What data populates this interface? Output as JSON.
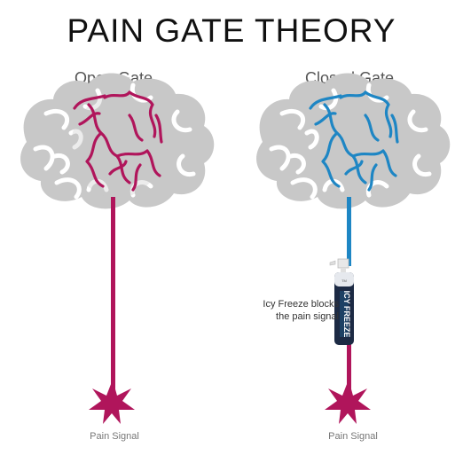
{
  "title": "PAIN GATE THEORY",
  "panels": [
    {
      "label": "Open Gate",
      "signal_label": "Pain Signal",
      "nerve_color": "#b0155b"
    },
    {
      "label": "Closed Gate",
      "signal_label": "Pain Signal",
      "nerve_color": "#1e86c4",
      "lower_nerve_color": "#b0155b"
    }
  ],
  "annotation": {
    "line1": "Icy Freeze blocks",
    "line2": "the pain signal"
  },
  "bottle": {
    "label": "ICY FREEZE",
    "cap_text": "TM"
  },
  "colors": {
    "brain": "#c8c8c8",
    "brain_sulci": "#ffffff",
    "pain": "#b0155b",
    "blocked": "#1e86c4",
    "bottle": "#1c2a44"
  }
}
